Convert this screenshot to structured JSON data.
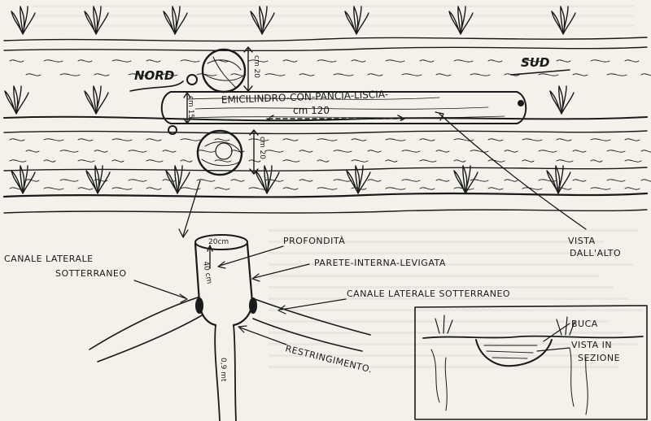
{
  "colors": {
    "paper": "#f3f1ea",
    "ink": "#1a1a1a",
    "faint": "#8a8a8a"
  },
  "top_view": {
    "north": "NORD",
    "south": "SUD",
    "cylinder_label": "EMICILINDRO-CON-PANCIA-LISCIA-",
    "length_label": "cm 120",
    "width_label": "cm 15",
    "dim_top": "cm 20",
    "dim_bottom": "cm 20",
    "view_from_above": [
      "VISTA",
      "DALL'ALTO"
    ]
  },
  "vertical_section": {
    "top_diameter": "20cm",
    "depth_value": "40 cm",
    "shaft_length": "0,9 mt",
    "depth_label": "PROFONDITÀ",
    "inner_wall_label": "PARETE-INTERNA-LEVIGATA",
    "left_channel_label": [
      "CANALE LATERALE",
      "SOTTERRANEO"
    ],
    "right_channel_label": "CANALE LATERALE SOTTERRANEO",
    "narrowing_label": "RESTRINGIMENTO."
  },
  "cross_section": {
    "hole_label": "BUCA",
    "section_label": [
      "VISTA IN",
      "SEZIONE"
    ]
  },
  "icons": {
    "plant": "plant-icon",
    "ball": "ball-icon",
    "hole": "hole-icon"
  }
}
